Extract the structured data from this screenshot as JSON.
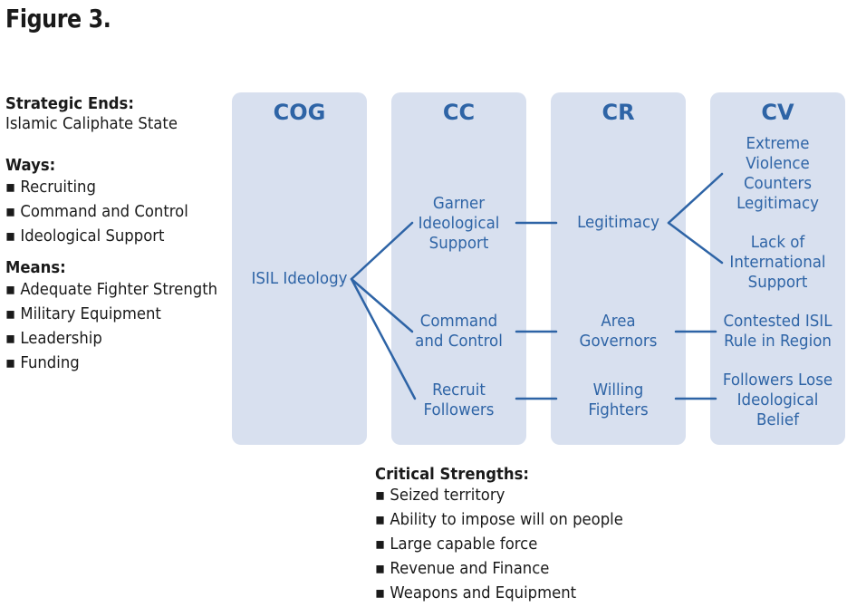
{
  "figure_title": "Figure 3.",
  "left": {
    "ends_heading": "Strategic Ends:",
    "ends_value": "Islamic Caliphate State",
    "ways_heading": "Ways:",
    "ways": [
      "Recruiting",
      "Command and Control",
      "Ideological Support"
    ],
    "means_heading": "Means:",
    "means": [
      "Adequate Fighter Strength",
      "Military Equipment",
      "Leadership",
      "Funding"
    ]
  },
  "columns": [
    "COG",
    "CC",
    "CR",
    "CV"
  ],
  "nodes": {
    "cog": "ISIL Ideology",
    "cc_garner": "Garner Ideological Support",
    "cc_command": "Command and Control",
    "cc_recruit": "Recruit Followers",
    "cr_legitimacy": "Legitimacy",
    "cr_area": "Area Governors",
    "cr_willing": "Willing Fighters",
    "cv_extreme": "Extreme Violence Counters Legitimacy",
    "cv_lack": "Lack of International Support",
    "cv_contested": "Contested ISIL Rule in Region",
    "cv_followers": "Followers Lose Ideological Belief"
  },
  "critical_strengths": {
    "heading": "Critical Strengths:",
    "items": [
      "Seized territory",
      "Ability to impose will on people",
      "Large capable force",
      "Revenue and Finance",
      "Weapons and Equipment"
    ]
  },
  "colors": {
    "panel": "#d8e0ef",
    "accent": "#2e64a6",
    "line": "#2e64a6"
  }
}
